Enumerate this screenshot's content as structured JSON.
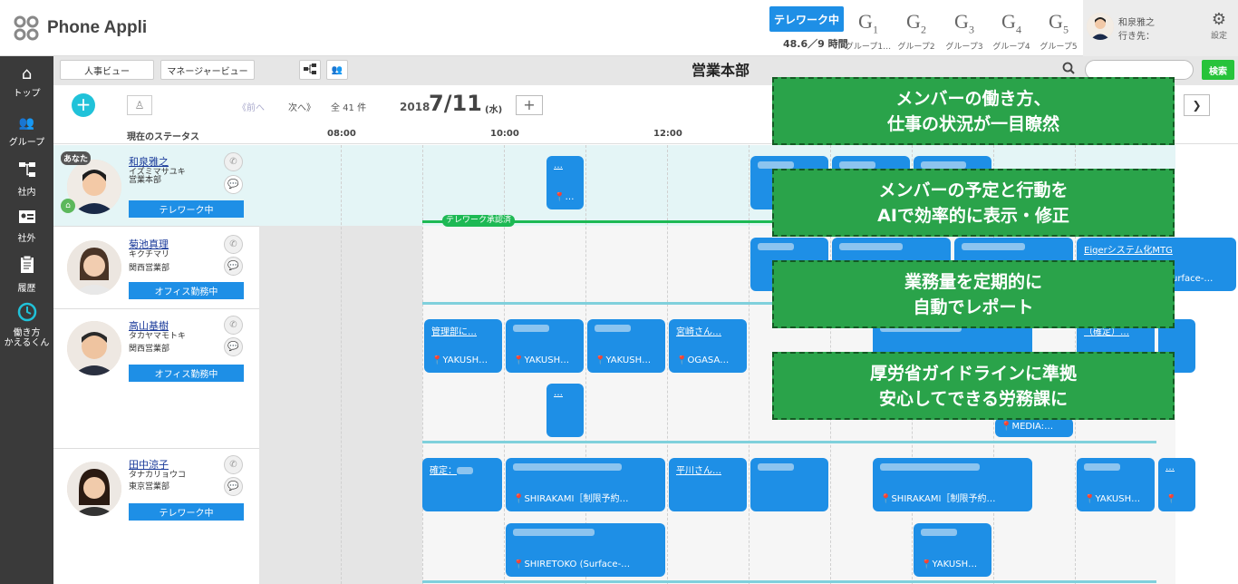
{
  "header": {
    "app_name": "Phone Appli",
    "telework_button": "テレワーク中",
    "hours": "48.6／9 時間",
    "groups": [
      {
        "letter": "G",
        "num": "1",
        "name": "グループ1…"
      },
      {
        "letter": "G",
        "num": "2",
        "name": "グループ2"
      },
      {
        "letter": "G",
        "num": "3",
        "name": "グループ3"
      },
      {
        "letter": "G",
        "num": "4",
        "name": "グループ4"
      },
      {
        "letter": "G",
        "num": "5",
        "name": "グループ5"
      }
    ],
    "user_name": "和泉雅之",
    "user_destination": "行き先：",
    "settings_label": "設定"
  },
  "sidebar": {
    "items": [
      {
        "label": "トップ",
        "icon": "home-icon"
      },
      {
        "label": "グループ",
        "icon": "group-icon"
      },
      {
        "label": "社内",
        "icon": "org-icon"
      },
      {
        "label": "社外",
        "icon": "card-icon"
      },
      {
        "label": "履歴",
        "icon": "history-icon"
      },
      {
        "label": "働き方\nかえるくん",
        "icon": "clock-icon"
      }
    ]
  },
  "toolbar": {
    "hr_view": "人事ビュー",
    "manager_view": "マネージャービュー",
    "department": "営業本部",
    "search_button": "検索",
    "search_placeholder": ""
  },
  "date_nav": {
    "prev": "前へ",
    "next": "次へ",
    "total": "全 41 件",
    "year": "2018",
    "day": "7/11",
    "weekday": "(水)"
  },
  "columns": {
    "status_header": "現在のステータス",
    "times": [
      "08:00",
      "10:00",
      "12:00"
    ]
  },
  "people": [
    {
      "name": "和泉雅之",
      "kana": "イズミマサユキ",
      "dept": "営業本部",
      "status": "テレワーク中",
      "you_badge": "あなた"
    },
    {
      "name": "菊池真理",
      "kana": "キクチマリ",
      "dept": "関西営業部",
      "status": "オフィス勤務中"
    },
    {
      "name": "高山基樹",
      "kana": "タカヤマモトキ",
      "dept": "関西営業部",
      "status": "オフィス勤務中"
    },
    {
      "name": "田中涼子",
      "kana": "タナカリョウコ",
      "dept": "東京営業部",
      "status": "テレワーク中"
    }
  ],
  "events": {
    "telework_approved": "テレワーク承認済",
    "e1": "…",
    "e1loc": "…",
    "keiri": "管理部に…",
    "keiri_loc": "YAKUSH…",
    "r3c2loc": "YAKUSH…",
    "r3c3loc": "YAKUSH…",
    "miyazaki": "宮崎さん…",
    "miyazaki_loc": "OGASA…",
    "r3extra": "…",
    "r3final": "（確定）…",
    "kakutei": "確定：",
    "shirakami1": "SHIRAKAMI［制限予約…",
    "hirakawa": "平川さん…",
    "shirakami2": "SHIRAKAMI［制限予約…",
    "r4c7loc": "YAKUSH…",
    "shiretoko": "SHIRETOKO (Surface-…",
    "r4c9loc": "YAKUSH…",
    "media": "MEDIA:…",
    "eiger": "Eigerシステム化MTG",
    "surface": "urface-…",
    "r4last": "…",
    "r2c4": "…"
  },
  "overlays": [
    {
      "line1": "メンバーの働き方、",
      "line2": "仕事の状況が一目瞭然"
    },
    {
      "line1": "メンバーの予定と行動を",
      "line2": "AIで効率的に表示・修正"
    },
    {
      "line1": "業務量を定期的に",
      "line2": "自動でレポート"
    },
    {
      "line1": "厚労省ガイドラインに準拠",
      "line2": "安心してできる労務課に"
    }
  ]
}
